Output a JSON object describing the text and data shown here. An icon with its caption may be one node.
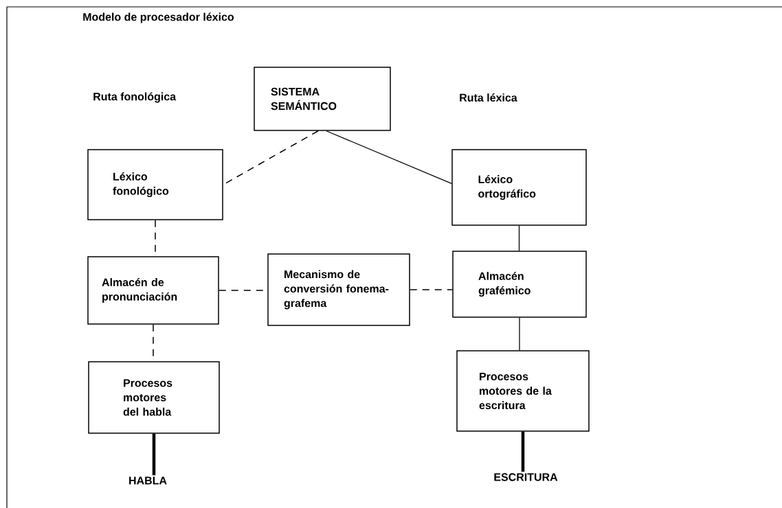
{
  "diagram": {
    "title": "Modelo de procesador léxico",
    "nodes": [
      {
        "text": [
          "SISTEMA SEMÁNTICO"
        ]
      },
      {
        "text": [
          "Léxico fonológico"
        ]
      },
      {
        "text": [
          "Léxico ortográfico"
        ]
      },
      {
        "text": [
          "Almacén de pronunciación"
        ]
      },
      {
        "text": [
          "Mecanismo de conversión fonema-grafema"
        ]
      },
      {
        "text": [
          "Almacén grafémico"
        ]
      },
      {
        "text": [
          "Procesos motores del habla"
        ]
      },
      {
        "text": [
          "Procesos motores de la escritura"
        ]
      },
      {
        "text": [
          "HABLA"
        ]
      },
      {
        "text": [
          "ESCRITURA"
        ]
      }
    ],
    "edges": [
      {
        "from": 0,
        "to": 1,
        "arrow": "none",
        "style": "dashed"
      },
      {
        "from": 0,
        "to": 2,
        "arrow": "none"
      },
      {
        "from": 1,
        "to": 3,
        "arrow": "none",
        "style": "dashed"
      },
      {
        "from": 3,
        "to": 4,
        "arrow": "none",
        "style": "dashed"
      },
      {
        "from": 4,
        "to": 5,
        "arrow": "none",
        "style": "dashed"
      },
      {
        "from": 2,
        "to": 5,
        "arrow": "none"
      },
      {
        "from": 3,
        "to": 6,
        "arrow": "none",
        "style": "dashed"
      },
      {
        "from": 5,
        "to": 7,
        "arrow": "none"
      },
      {
        "from": 6,
        "to": 8,
        "arrow": "none",
        "style": "thick"
      },
      {
        "from": 7,
        "to": 9,
        "arrow": "none",
        "style": "thick"
      }
    ],
    "labels": [
      "Ruta fonológica",
      "Ruta léxica"
    ]
  }
}
